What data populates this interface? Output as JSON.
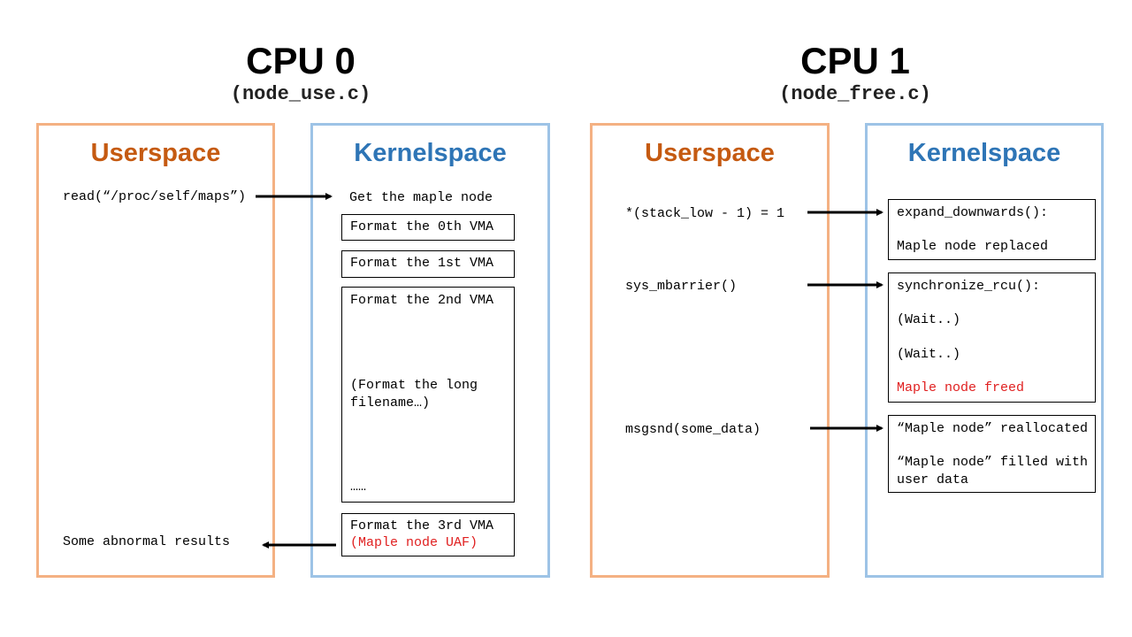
{
  "cpu0": {
    "title": "CPU 0",
    "subtitle": "(node_use.c)",
    "userspace": {
      "title": "Userspace",
      "call_read": "read(“/proc/self/maps”)",
      "result": "Some abnormal results"
    },
    "kernelspace": {
      "title": "Kernelspace",
      "get_node": "Get the maple node",
      "vma0": "Format the 0th VMA",
      "vma1": "Format the 1st VMA",
      "vma2": "Format the 2nd VMA",
      "vma2_long_1": "(Format the long",
      "vma2_long_2": "filename…)",
      "vma2_ellipsis": "……",
      "vma3": "Format the 3rd VMA",
      "vma3_uaf": "(Maple node UAF)"
    }
  },
  "cpu1": {
    "title": "CPU 1",
    "subtitle": "(node_free.c)",
    "userspace": {
      "title": "Userspace",
      "stack_write": "*(stack_low - 1) = 1",
      "mbarrier": "sys_mbarrier()",
      "msgsnd": "msgsnd(some_data)"
    },
    "kernelspace": {
      "title": "Kernelspace",
      "expand_1": "expand_downwards():",
      "expand_2": "Maple node replaced",
      "sync_1": "synchronize_rcu():",
      "sync_2": "(Wait..)",
      "sync_3": "(Wait..)",
      "sync_4": "Maple node freed",
      "realloc_1": "“Maple node” reallocated",
      "realloc_2": "“Maple node” filled with",
      "realloc_3": "user data"
    }
  },
  "colors": {
    "userspace_border": "#f4b183",
    "kernelspace_border": "#9dc3e6",
    "userspace_title": "#c55a11",
    "kernelspace_title": "#2e75b6",
    "highlight": "#e02020"
  }
}
